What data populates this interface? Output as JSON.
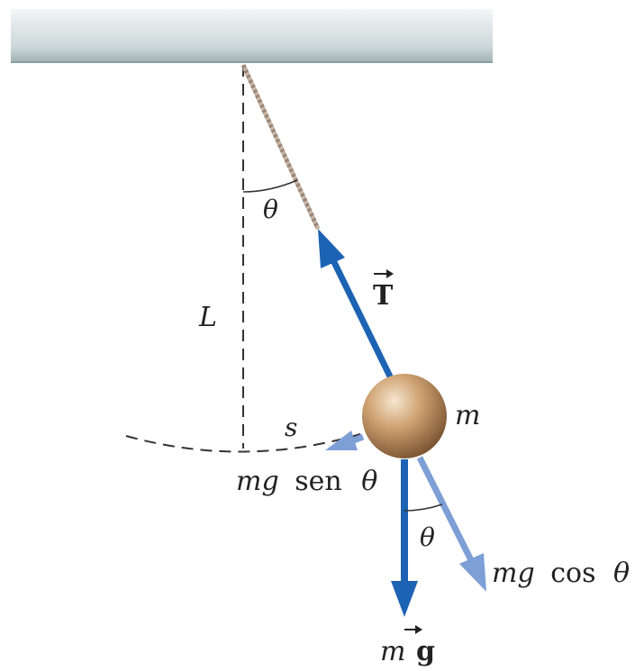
{
  "labels": {
    "theta_top": "θ",
    "length": "L",
    "arc": "s",
    "tension_symbol": "T",
    "mass": "m",
    "tangential_mg": "mg",
    "tangential_fn": "sen",
    "tangential_theta": "θ",
    "radial_mg": "mg",
    "radial_fn": "cos",
    "radial_theta": "θ",
    "theta_bottom": "θ",
    "weight_m": "m",
    "weight_g": "g"
  },
  "colors": {
    "ceiling_light": "#eef3f4",
    "ceiling_dark": "#a7b6b9",
    "string": "#b8a79a",
    "force_dark_blue": "#1d63b4",
    "force_light_blue": "#7e9fd6",
    "bob_highlight": "#f3dfc5",
    "bob_mid": "#c99a6a",
    "bob_shadow": "#7a5532",
    "guide_line": "#333333",
    "text": "#222222"
  }
}
